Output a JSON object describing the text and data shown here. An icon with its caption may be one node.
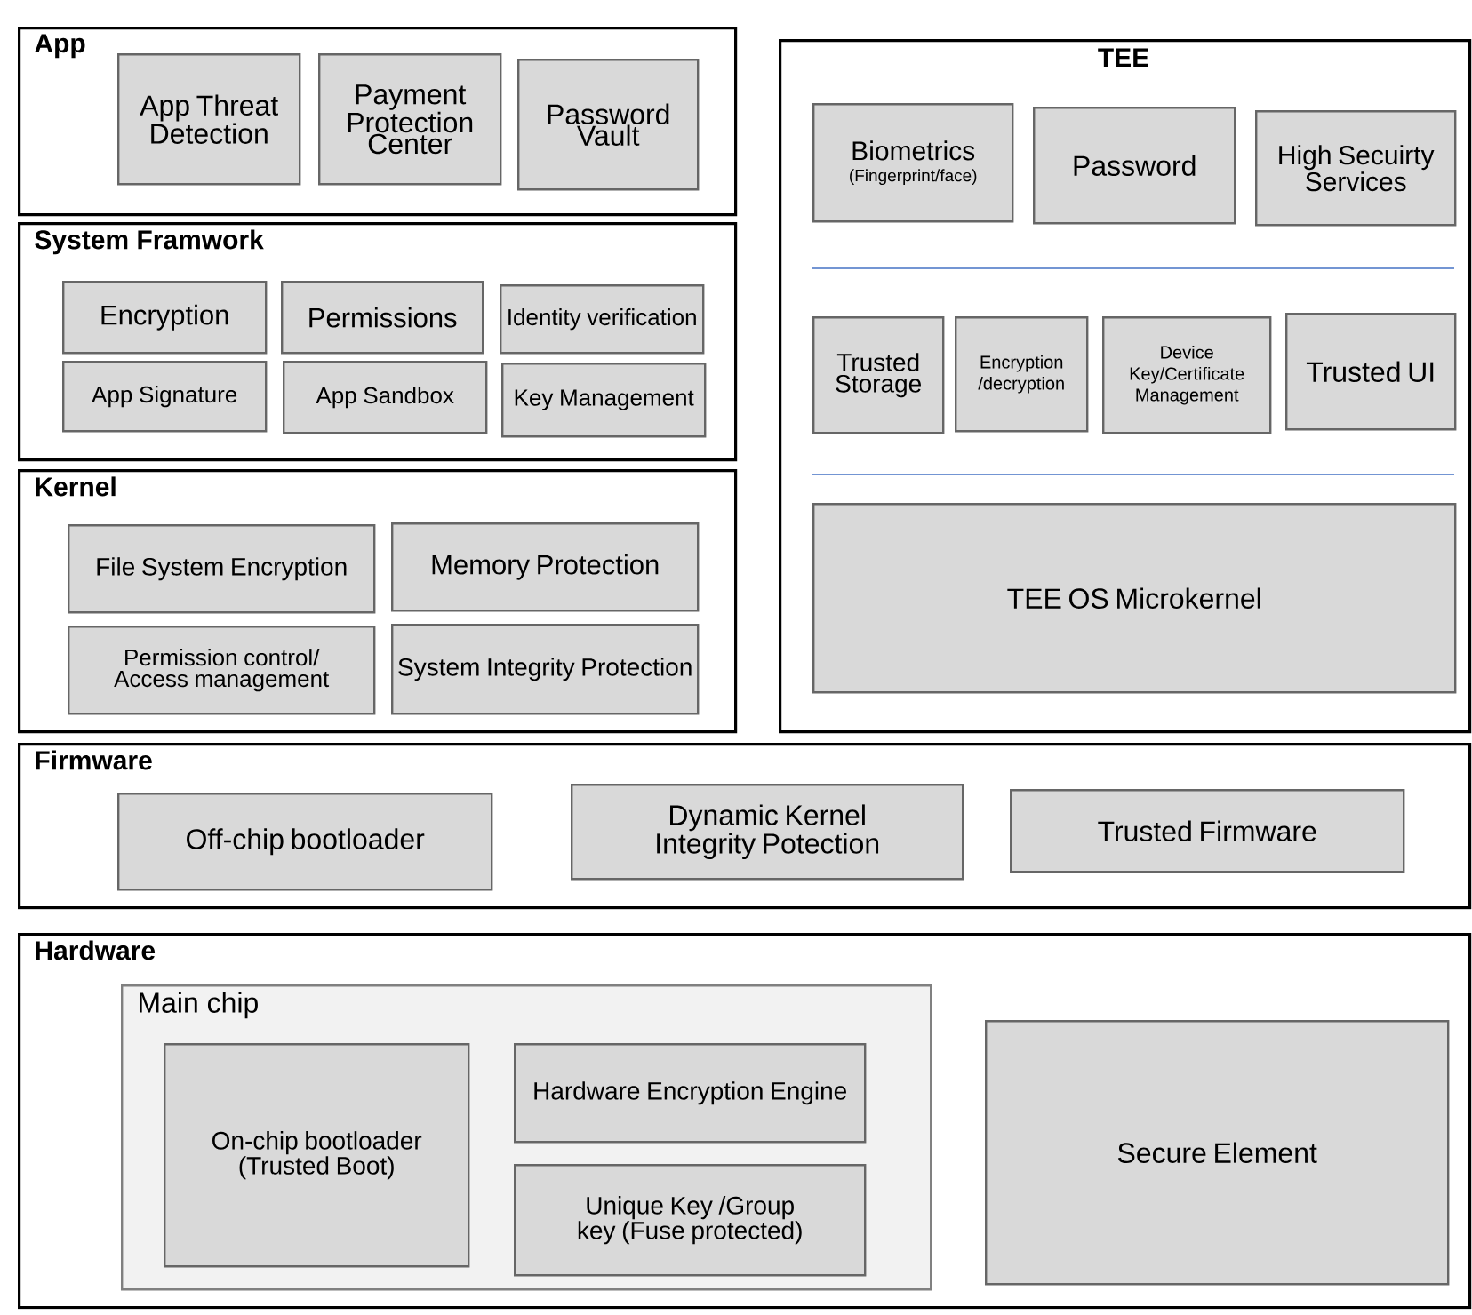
{
  "diagram": {
    "nodes": [
      {
        "text": [
          "App"
        ]
      },
      {
        "text": [
          "App Threat Detection"
        ],
        "in": 0
      },
      {
        "text": [
          "Payment Protection Center"
        ],
        "in": 0
      },
      {
        "text": [
          "Password Vault"
        ],
        "in": 0
      },
      {
        "text": [
          "System Framwork"
        ]
      },
      {
        "text": [
          "Encryption"
        ],
        "in": 4
      },
      {
        "text": [
          "Permissions"
        ],
        "in": 4
      },
      {
        "text": [
          "Identity verification"
        ],
        "in": 4
      },
      {
        "text": [
          "App Signature"
        ],
        "in": 4
      },
      {
        "text": [
          "App Sandbox"
        ],
        "in": 4
      },
      {
        "text": [
          "Key Management"
        ],
        "in": 4
      },
      {
        "text": [
          "Kernel"
        ]
      },
      {
        "text": [
          "File System Encryption"
        ],
        "in": 11
      },
      {
        "text": [
          "Memory Protection"
        ],
        "in": 11
      },
      {
        "text": [
          "Permission control/ Access management"
        ],
        "in": 11
      },
      {
        "text": [
          "System Integrity Protection"
        ],
        "in": 11
      },
      {
        "text": [
          "TEE"
        ]
      },
      {
        "text": [
          "Biometrics",
          "(Fingerprint/face)"
        ],
        "in": 16
      },
      {
        "text": [
          "Password"
        ],
        "in": 16
      },
      {
        "text": [
          "High Secuirty Services"
        ],
        "in": 16
      },
      {
        "text": [
          "Trusted Storage"
        ],
        "in": 16
      },
      {
        "text": [
          "Encryption /decryption"
        ],
        "in": 16
      },
      {
        "text": [
          "Device Key/Certificate Management"
        ],
        "in": 16
      },
      {
        "text": [
          "Trusted UI"
        ],
        "in": 16
      },
      {
        "text": [
          "TEE OS Microkernel"
        ],
        "in": 16
      },
      {
        "text": [
          "Firmware"
        ]
      },
      {
        "text": [
          "Off-chip bootloader"
        ],
        "in": 25
      },
      {
        "text": [
          "Dynamic Kernel Integrity Potection"
        ],
        "in": 25
      },
      {
        "text": [
          "Trusted Firmware"
        ],
        "in": 25
      },
      {
        "text": [
          "Hardware"
        ]
      },
      {
        "text": [
          "Main chip"
        ],
        "in": 29
      },
      {
        "text": [
          "On-chip bootloader (Trusted Boot)"
        ],
        "in": 30
      },
      {
        "text": [
          "Hardware Encryption Engine"
        ],
        "in": 30
      },
      {
        "text": [
          "Unique Key /Group key (Fuse protected)"
        ],
        "in": 30
      },
      {
        "text": [
          "Secure Element"
        ],
        "in": 29
      }
    ]
  }
}
